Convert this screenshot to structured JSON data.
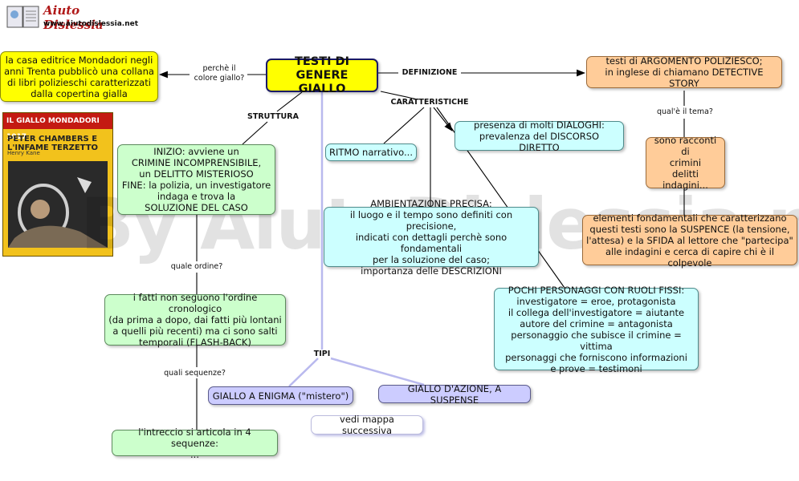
{
  "logo": {
    "title": "Aiuto Dislessia",
    "url": "www.aiutodislessia.net"
  },
  "watermark": "By AiutoDislessia.net",
  "book_cover": {
    "series": "IL GIALLO MONDADORI",
    "number": "1017",
    "title": "PETER CHAMBERS E L'INFAME TERZETTO",
    "author": "Henry Kane"
  },
  "nodes": {
    "center": "TESTI DI\nGENERE GIALLO",
    "mondadori": "la casa editrice Mondadori negli\nanni Trenta pubblicò una collana\ndi libri polizieschi caratterizzati\ndalla copertina gialla",
    "definizione": "testi di ARGOMENTO POLIZIESCO;\nin inglese di chiamano DETECTIVE STORY",
    "racconti": "sono racconti di\ncrimini\ndelitti\nindagini...",
    "suspence": "elementi fondamentali che caratterizzano\nquesti testi sono la SUSPENCE (la tensione,\nl'attesa) e la SFIDA al lettore che \"partecipa\"\nalle indagini e cerca di capire chi è il colpevole",
    "dialoghi": "presenza di molti DIALOGHI:\nprevalenza del DISCORSO DIRETTO",
    "ritmo": "RITMO narrativo...",
    "ambientazione": "AMBIENTAZIONE PRECISA:\nil luogo e il tempo sono definiti con precisione,\nindicati con dettagli perchè sono fondamentali\nper la soluzione del caso;\nimportanza delle DESCRIZIONI",
    "personaggi": "POCHI PERSONAGGI CON RUOLI FISSI:\ninvestigatore = eroe, protagonista\nil collega dell'investigatore = aiutante\nautore del crimine = antagonista\npersonaggio che subisce il crimine = vittima\npersonaggi che forniscono informazioni\ne prove = testimoni",
    "inizio": "INIZIO: avviene un\nCRIMINE INCOMPRENSIBILE,\nun DELITTO MISTERIOSO\nFINE: la polizia, un investigatore\nindaga e trova la\nSOLUZIONE DEL CASO",
    "fatti": "i fatti non seguono l'ordine cronologico\n(da prima a dopo, dai fatti più lontani\na quelli più recenti) ma ci sono salti\ntemporali (FLASH-BACK)",
    "intreccio": "l'intreccio si articola in 4 sequenze:\n...",
    "enigma": "GIALLO A ENIGMA (\"mistero\")",
    "azione": "GIALLO D'AZIONE, A SUSPENSE",
    "mappa": "vedi mappa successiva"
  },
  "links": {
    "perche": "perchè il\ncolore giallo?",
    "definizione": "DEFINIZIONE",
    "struttura": "STRUTTURA",
    "caratteristiche": "CARATTERISTICHE",
    "tema": "qual'è il tema?",
    "ordine": "quale ordine?",
    "sequenze": "quali sequenze?",
    "tipi": "TIPI"
  },
  "colors": {
    "yellow": "#ffff00",
    "green": "#ccffcc",
    "cyan": "#ccffff",
    "orange": "#ffcc99",
    "lavender": "#ccccff",
    "tipi_line": "#b9b9ee"
  }
}
